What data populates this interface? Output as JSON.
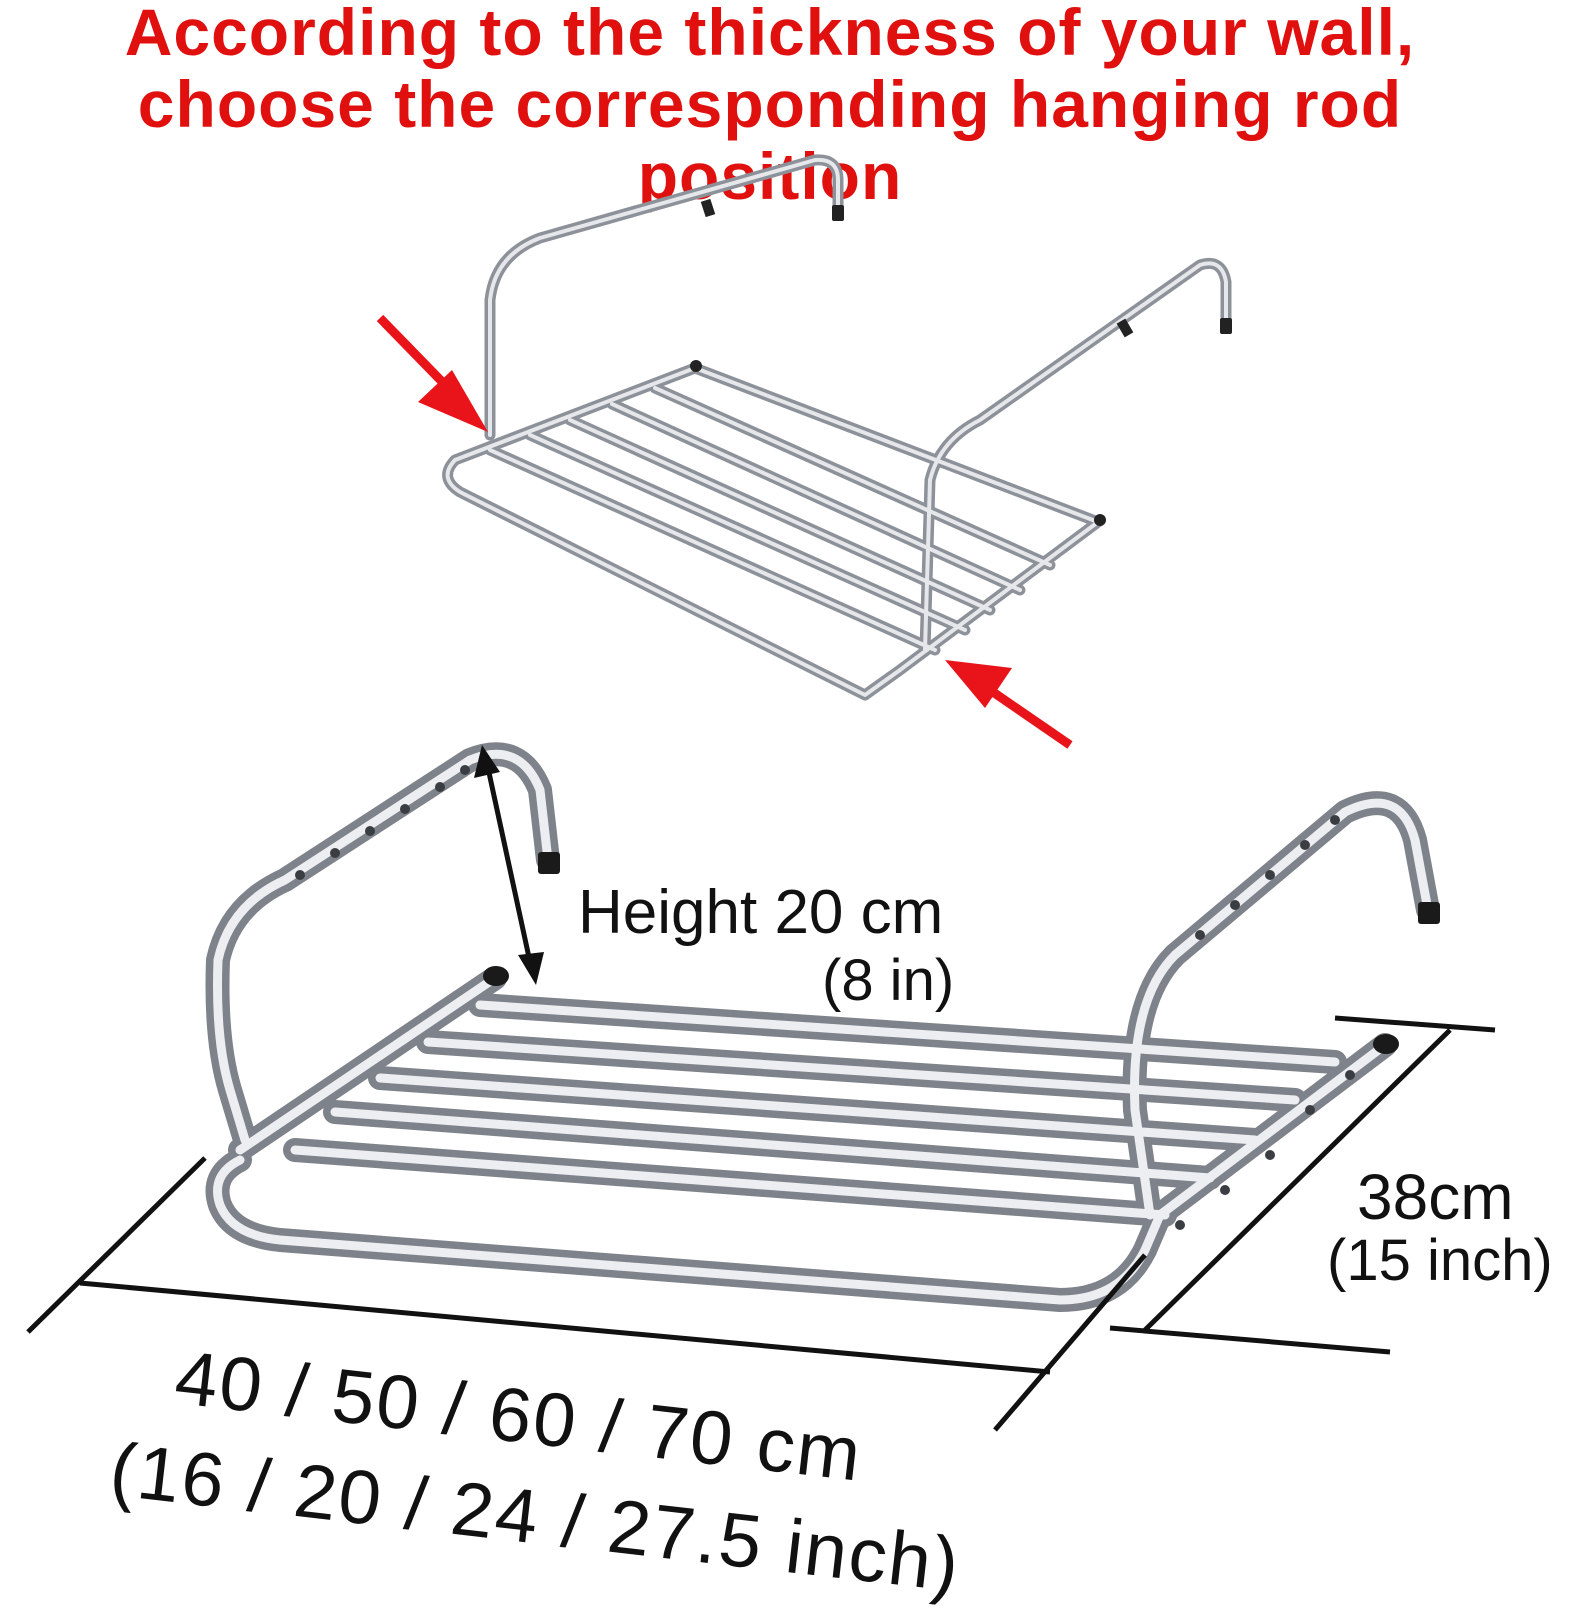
{
  "heading": {
    "line1": "According to the thickness of your wall,",
    "line2": "choose the corresponding hanging rod position"
  },
  "dimensions": {
    "height": "Height 20 cm",
    "height_in": "(8 in)",
    "depth": "38cm",
    "depth_in": "(15 inch)",
    "width": "40 / 50 / 60 / 70 cm",
    "width_in": "(16 / 20 / 24 / 27.5 inch)"
  },
  "colors": {
    "heading": "#e0100f",
    "arrow": "#e8141a",
    "steel": "#b9bcc2",
    "dimension_line": "#111111"
  }
}
